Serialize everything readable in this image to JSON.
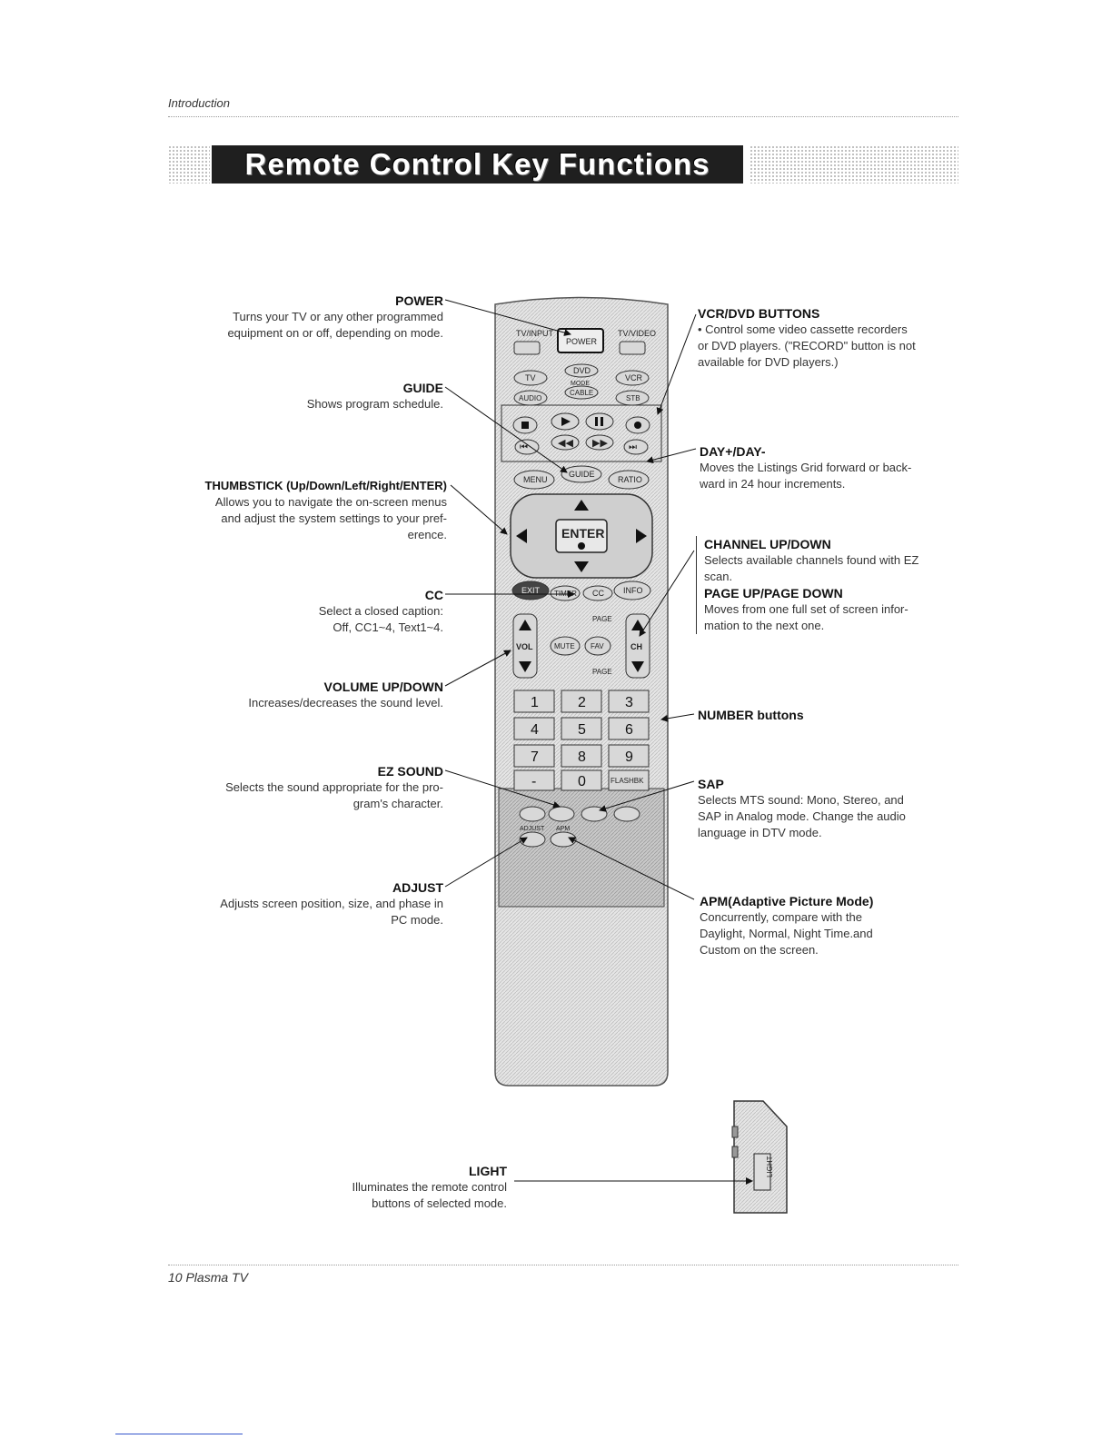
{
  "header": {
    "section": "Introduction"
  },
  "title": "Remote Control Key Functions",
  "left_labels": [
    {
      "title": "POWER",
      "desc": [
        "Turns your TV or any other programmed",
        "equipment on or off, depending on mode."
      ]
    },
    {
      "title": "GUIDE",
      "desc": [
        "Shows program schedule."
      ]
    },
    {
      "title": "THUMBSTICK (Up/Down/Left/Right/ENTER)",
      "desc": [
        "Allows you to navigate the on-screen menus",
        "and  adjust the system settings to your pref-",
        "erence."
      ]
    },
    {
      "title": "CC",
      "desc": [
        "Select a closed caption:",
        "Off, CC1~4, Text1~4."
      ]
    },
    {
      "title": "VOLUME UP/DOWN",
      "desc": [
        "Increases/decreases the sound level."
      ]
    },
    {
      "title": "EZ SOUND",
      "desc": [
        "Selects the sound appropriate for the pro-",
        "gram's character."
      ]
    },
    {
      "title": "ADJUST",
      "desc": [
        "Adjusts screen position, size, and phase in",
        "PC mode."
      ]
    }
  ],
  "right_labels": [
    {
      "title": "VCR/DVD BUTTONS",
      "desc": [
        "• Control some video cassette recorders",
        "or DVD players. (\"RECORD\" button is not",
        "available for DVD players.)"
      ]
    },
    {
      "title": "DAY+/DAY-",
      "desc": [
        "Moves the Listings Grid forward or back-",
        "ward in 24 hour increments."
      ]
    },
    {
      "title": "CHANNEL UP/DOWN",
      "desc": [
        "Selects available channels found with EZ",
        "scan."
      ]
    },
    {
      "title": "PAGE UP/PAGE DOWN",
      "desc": [
        "Moves from one full set of screen infor-",
        "mation to the next one."
      ]
    },
    {
      "title": "NUMBER buttons",
      "desc": []
    },
    {
      "title": "SAP",
      "desc": [
        "Selects MTS sound: Mono, Stereo, and",
        "SAP in Analog mode. Change the audio",
        "language in DTV mode."
      ]
    },
    {
      "title": "APM(Adaptive Picture Mode)",
      "desc": [
        "Concurrently, compare  with the",
        "Daylight, Normal, Night Time.and",
        "Custom on the screen."
      ]
    }
  ],
  "light": {
    "title": "LIGHT",
    "desc": [
      "Illuminates the remote control",
      "buttons of selected mode."
    ]
  },
  "remote": {
    "power": "POWER",
    "tv_input": "TV/INPUT",
    "tv_video": "TV/VIDEO",
    "tv": "TV",
    "dvd": "DVD",
    "vcr": "VCR",
    "mode": "MODE",
    "audio": "AUDIO",
    "cable": "CABLE",
    "stb": "STB",
    "menu": "MENU",
    "guide": "GUIDE",
    "ratio": "RATIO",
    "enter": "ENTER",
    "exit": "EXIT",
    "timer": "TIMER",
    "cc": "CC",
    "info": "INFO",
    "vol": "VOL",
    "mute": "MUTE",
    "fav": "FAV",
    "ch": "CH",
    "page": "PAGE",
    "numbers": [
      "1",
      "2",
      "3",
      "4",
      "5",
      "6",
      "7",
      "8",
      "9",
      "-",
      "0"
    ],
    "flashbk": "FLASHBK",
    "adjust": "ADJUST",
    "apm": "APM",
    "light": "LIGHT"
  },
  "footer": "10  Plasma TV"
}
